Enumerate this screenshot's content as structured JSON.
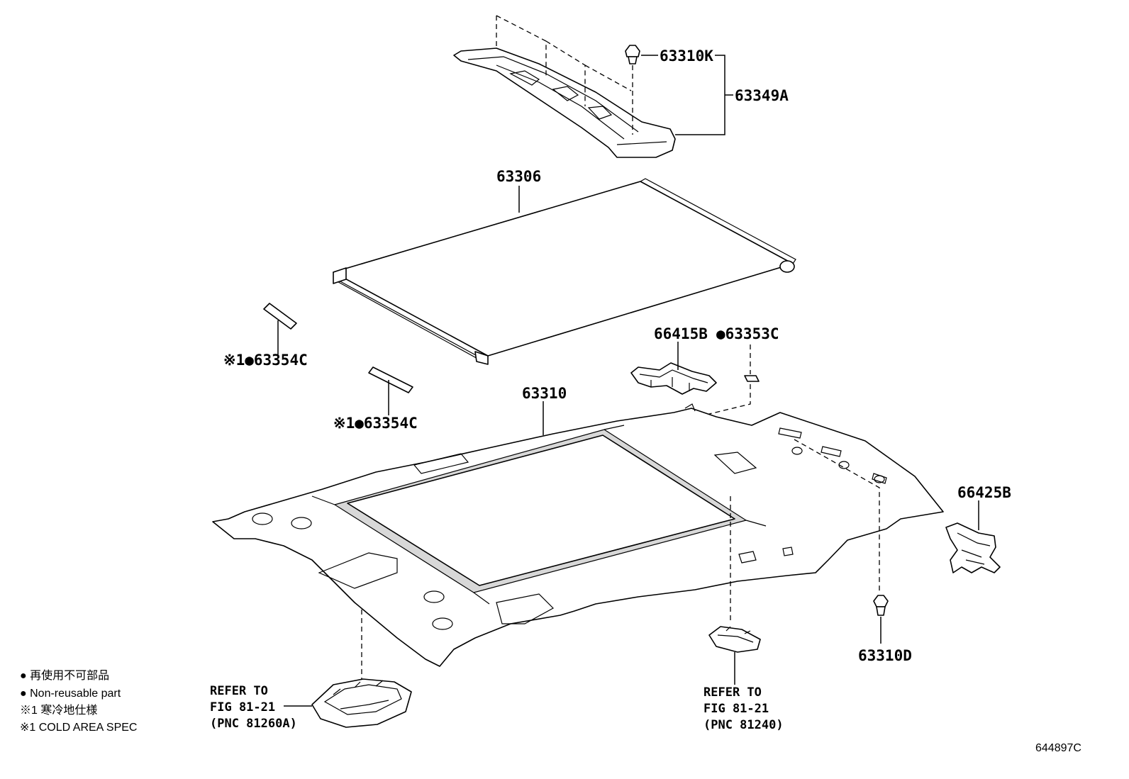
{
  "labels": {
    "p63310K": "63310K",
    "p63349A": "63349A",
    "p63306": "63306",
    "p66415B": "66415B",
    "p63353C": "●63353C",
    "p63354C_a": "※1●63354C",
    "p63354C_b": "※1●63354C",
    "p63310": "63310",
    "p66425B": "66425B",
    "p63310D": "63310D"
  },
  "refs": {
    "left": {
      "line1": "REFER TO",
      "line2": "FIG 81-21",
      "line3": "(PNC 81260A)"
    },
    "right": {
      "line1": "REFER TO",
      "line2": "FIG 81-21",
      "line3": "(PNC 81240)"
    }
  },
  "legend": {
    "line1": "● 再使用不可部品",
    "line2": "● Non-reusable part",
    "line3": "※1 寒冷地仕様",
    "line4": "※1 COLD AREA SPEC"
  },
  "figure_id": "644897C"
}
